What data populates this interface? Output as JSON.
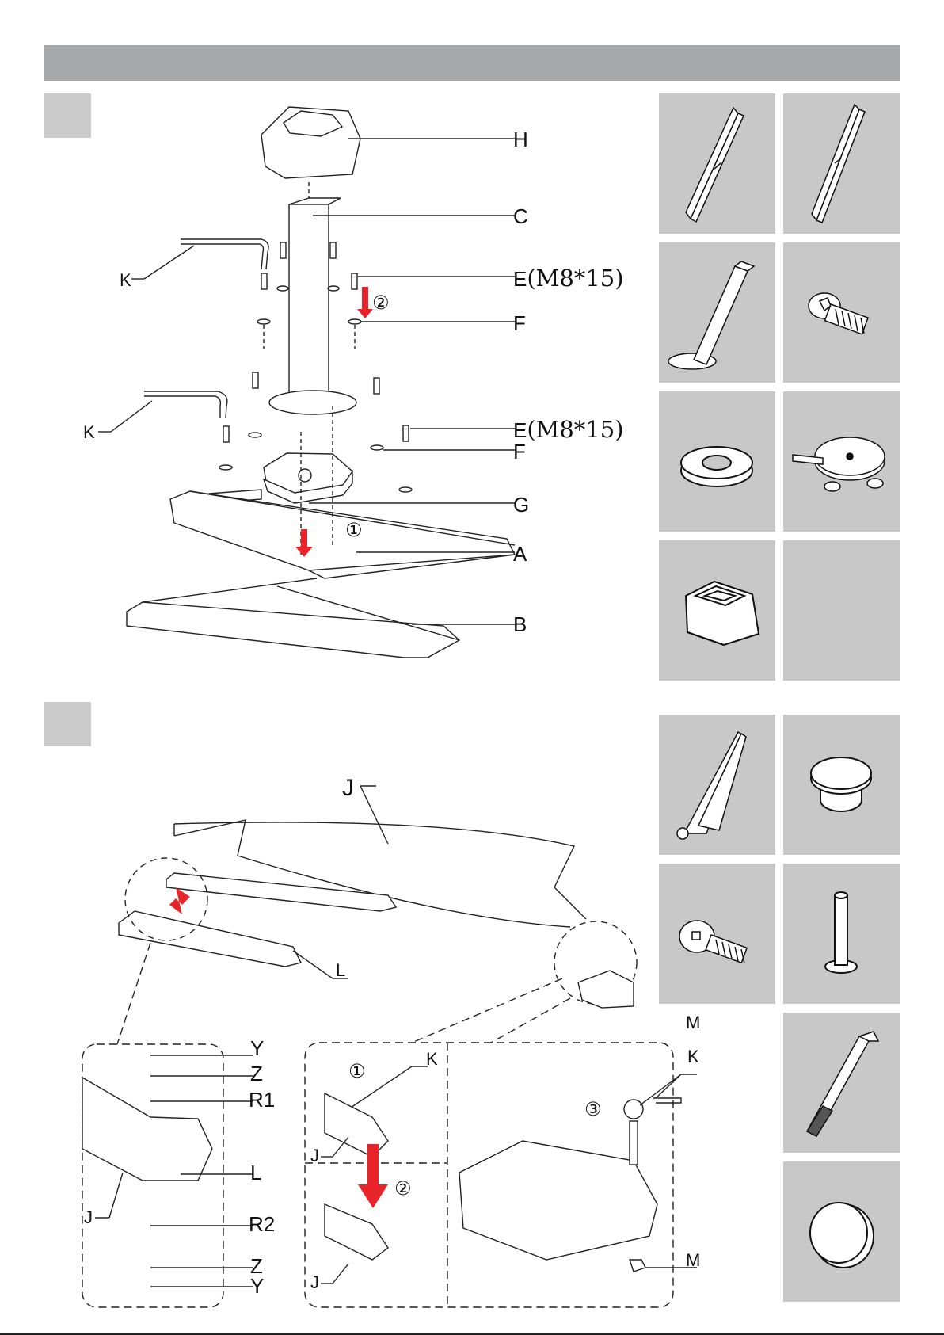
{
  "labels": {
    "H": "H",
    "C": "C",
    "E1": "E",
    "E1_spec": "(M8*15)",
    "F1": "F",
    "E2": "E",
    "E2_spec": "(M8*15)",
    "F2": "F",
    "G": "G",
    "A": "A",
    "B": "B",
    "K1": "K",
    "K2": "K",
    "J_top": "J",
    "L_top": "L",
    "Y_top": "Y",
    "Z_top": "Z",
    "R1": "R1",
    "L_detail": "L",
    "J_detail": "J",
    "R2": "R2",
    "Z_bottom": "Z",
    "Y_bottom": "Y",
    "K3": "K",
    "J_mid1": "J",
    "J_mid2": "J",
    "M_top": "M",
    "K4": "K",
    "M_bottom": "M"
  },
  "step_markers": {
    "one": "①",
    "two": "②",
    "three": "③"
  },
  "colors": {
    "header": "#a7a8aa",
    "tile": "#c8c8c8",
    "step_box": "#cbcbcb",
    "arrow": "#e8242a",
    "line": "#222222"
  },
  "part_tiles": [
    {
      "icon": "long-rail-icon"
    },
    {
      "icon": "long-rail-icon"
    },
    {
      "icon": "pole-with-base-icon"
    },
    {
      "icon": "hex-bolt-icon"
    },
    {
      "icon": "washer-icon"
    },
    {
      "icon": "rotating-base-icon"
    },
    {
      "icon": "base-cover-icon"
    },
    {
      "icon": "empty-tile"
    },
    {
      "icon": "umbrella-arm-icon"
    },
    {
      "icon": "cap-icon"
    },
    {
      "icon": "flat-head-bolt-icon"
    },
    {
      "icon": "pin-icon"
    },
    {
      "icon": "handle-bar-icon"
    },
    {
      "icon": "round-cap-icon"
    }
  ]
}
